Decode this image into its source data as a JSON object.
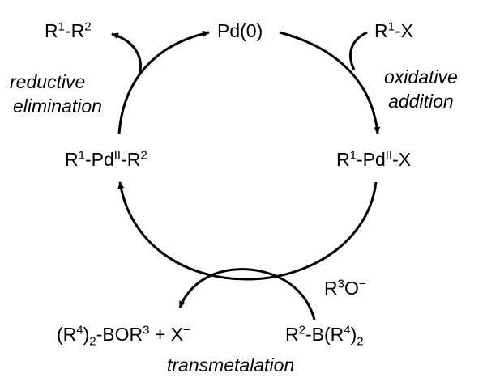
{
  "species": {
    "pd0": "Pd(0)",
    "product": {
      "a": "R",
      "a_sup": "1",
      "b": "-R",
      "b_sup": "2"
    },
    "aryl_halide": {
      "a": "R",
      "a_sup": "1",
      "b": "-X"
    },
    "ox_complex": {
      "a": "R",
      "a_sup": "1",
      "b": "-Pd",
      "b_sup": "II",
      "c": "-X"
    },
    "tm_complex": {
      "a": "R",
      "a_sup": "1",
      "b": "-Pd",
      "b_sup": "II",
      "c": "-R",
      "c_sup": "2"
    },
    "alkoxide": {
      "a": "R",
      "a_sup": "3",
      "b": "O",
      "b_sup": "−"
    },
    "boronic": {
      "a": "R",
      "a_sup": "2",
      "b": "-B(R",
      "b_sup": "4",
      "c": ")",
      "c_sub": "2"
    },
    "byproduct": {
      "a": "(R",
      "a_sup": "4",
      "b": ")",
      "b_sub": "2",
      "c": "-BOR",
      "c_sup": "3",
      "d": " + X",
      "d_sup": "−"
    }
  },
  "steps": {
    "reductive_elimination": {
      "line1": "reductive",
      "line2": "elimination"
    },
    "oxidative_addition": {
      "line1": "oxidative",
      "line2": "addition"
    },
    "transmetalation": "transmetalation"
  },
  "colors": {
    "ink": "#000000",
    "background": "#ffffff"
  }
}
